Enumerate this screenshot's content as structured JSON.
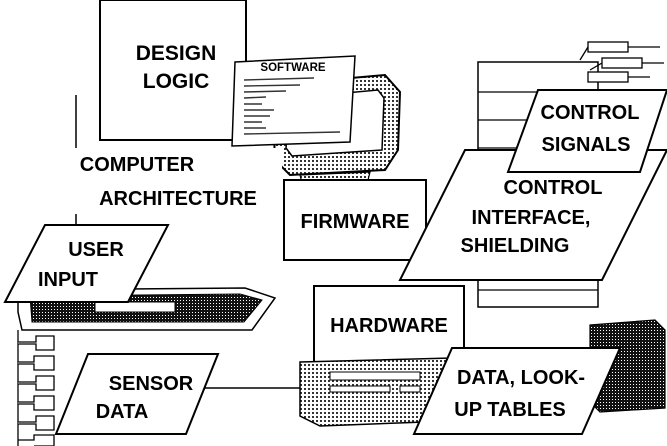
{
  "labels": {
    "design_logic": [
      "DESIGN",
      "LOGIC"
    ],
    "software_title": "SOFTWARE",
    "computer_architecture": [
      "COMPUTER",
      "ARCHITECTURE"
    ],
    "firmware": "FIRMWARE",
    "control_signals": [
      "CONTROL",
      "SIGNALS"
    ],
    "control_interface": [
      "CONTROL",
      "INTERFACE,",
      "SHIELDING"
    ],
    "user_input": [
      "USER",
      "INPUT"
    ],
    "hardware": "HARDWARE",
    "sensor_data": [
      "SENSOR",
      "DATA"
    ],
    "data_lookup_tables": [
      "DATA, LOOK-",
      "UP TABLES"
    ]
  },
  "icons": [
    "monitor-icon",
    "keyboard-icon",
    "computer-unit-icon",
    "sensor-array-icon",
    "equipment-rack-icon",
    "cable-connector-icon",
    "server-block-icon"
  ],
  "colors": {
    "ink": "#000000",
    "paper": "#ffffff",
    "halftone": "#555555"
  }
}
